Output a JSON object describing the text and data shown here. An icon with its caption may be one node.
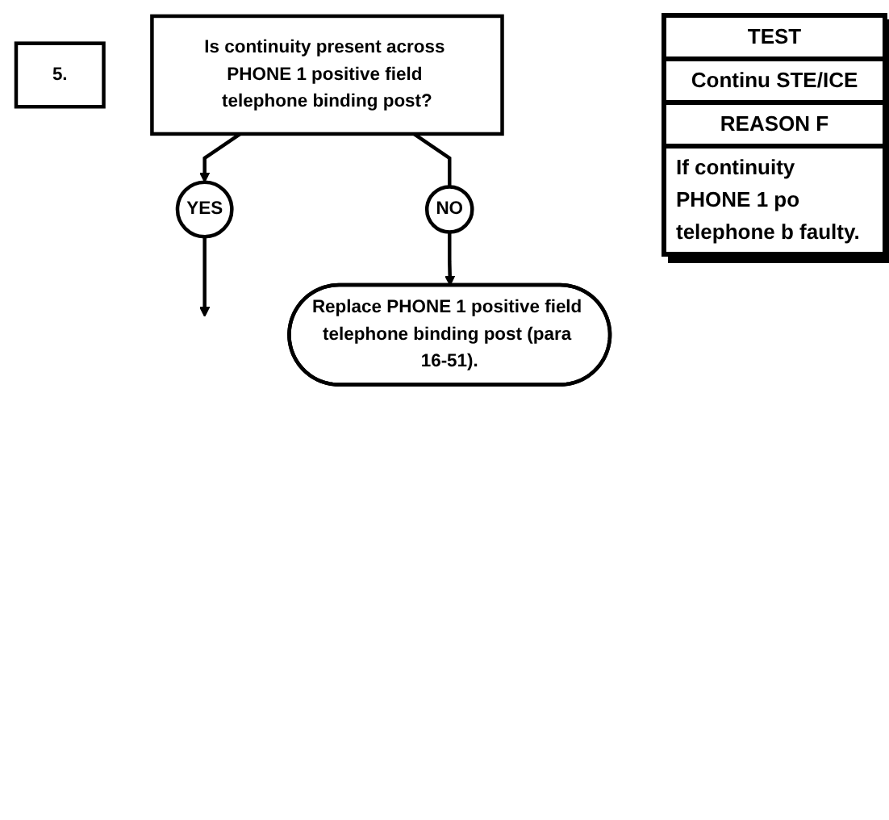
{
  "diagram": {
    "nodes": [
      {
        "text": [
          "5."
        ]
      },
      {
        "text": [
          "Is continuity present across PHONE 1 positive field telephone binding post?"
        ]
      },
      {
        "text": [
          "NO"
        ]
      },
      {
        "text": [
          "YES"
        ]
      },
      {
        "text": [
          "Replace PHONE 1 positive field telephone binding post (para 16-51)."
        ]
      }
    ],
    "edges": [
      {
        "from": 1,
        "to": 3,
        "arrow": "to"
      },
      {
        "from": 1,
        "to": 2,
        "arrow": "none"
      },
      {
        "from": 2,
        "to": 4,
        "arrow": "to"
      },
      {
        "from": 3,
        "to": null,
        "arrow": "to"
      }
    ],
    "labels": [
      "TEST",
      "Continu STE/ICE",
      "REASON F",
      "If continuity PHONE 1 po telephone b faulty."
    ]
  }
}
